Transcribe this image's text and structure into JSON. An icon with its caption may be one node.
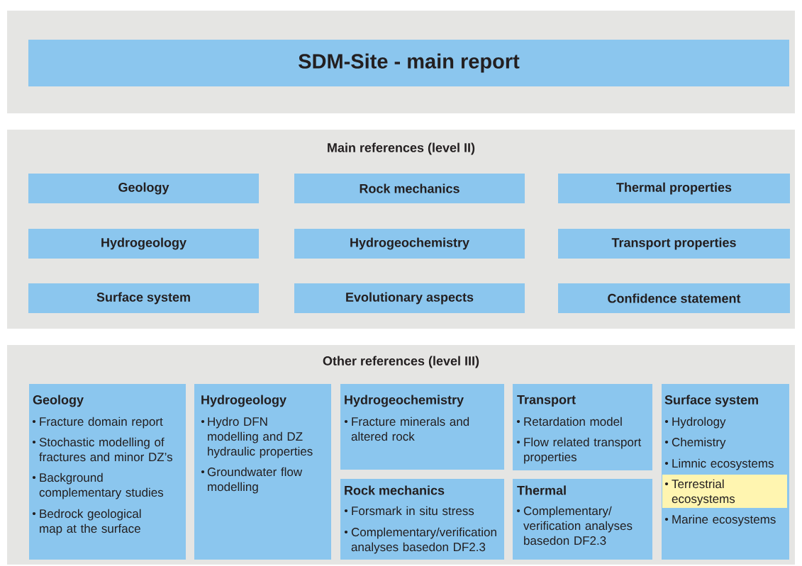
{
  "diagram": {
    "nodes": [
      {
        "text": [],
        "shape": "box"
      },
      {
        "text": [
          "SDM-Site - main report"
        ],
        "in": 0
      },
      {
        "text": [
          "Main references (level II)"
        ]
      },
      {
        "text": [
          "Geology"
        ],
        "in": 2
      },
      {
        "text": [
          "Rock mechanics"
        ],
        "in": 2
      },
      {
        "text": [
          "Thermal properties"
        ],
        "in": 2
      },
      {
        "text": [
          "Hydrogeology"
        ],
        "in": 2
      },
      {
        "text": [
          "Hydrogeochemistry"
        ],
        "in": 2
      },
      {
        "text": [
          "Transport properties"
        ],
        "in": 2
      },
      {
        "text": [
          "Surface system"
        ],
        "in": 2
      },
      {
        "text": [
          "Evolutionary aspects"
        ],
        "in": 2
      },
      {
        "text": [
          "Confidence statement"
        ],
        "in": 2
      },
      {
        "text": [
          "Other references (level III)"
        ]
      },
      {
        "text": [
          "Geology",
          "Fracture domain report",
          "Stochastic modelling of fractures and minor DZ’s",
          "Background complementary studies",
          "Bedrock geological map at the surface"
        ],
        "in": 12
      },
      {
        "text": [
          "Hydrogeology",
          "Hydro DFN modelling and DZ hydraulic properties",
          "Groundwater flow modelling"
        ],
        "in": 12
      },
      {
        "text": [
          "Hydrogeochemistry",
          "Fracture minerals and altered rock"
        ],
        "in": 12
      },
      {
        "text": [
          "Rock mechanics",
          "Forsmark in situ stress",
          "Complementary/verification analyses basedon DF2.3"
        ],
        "in": 12
      },
      {
        "text": [
          "Transport",
          "Retardation model",
          "Flow related transport properties"
        ],
        "in": 12
      },
      {
        "text": [
          "Thermal",
          "Complementary/ verification analyses basedon DF2.3"
        ],
        "in": 12
      },
      {
        "text": [
          "Surface system",
          "Hydrology",
          "Chemistry",
          "Limnic ecosystems",
          "Marine ecosystems"
        ],
        "in": 12
      },
      {
        "text": [
          "Terrestrial ecosystems"
        ],
        "in": 19
      }
    ],
    "edges": []
  }
}
